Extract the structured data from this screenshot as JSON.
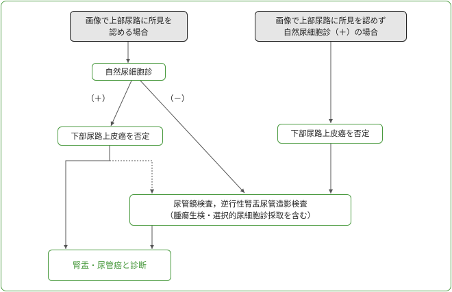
{
  "nodes": {
    "top_left": {
      "line1": "画像で上部尿路に所見を",
      "line2": "認める場合"
    },
    "top_right": {
      "line1": "画像で上部尿路に所見を認めず",
      "line2": "自然尿細胞診（＋）の場合"
    },
    "cytology": "自然尿細胞診",
    "exclude_left": "下部尿路上皮癌を否定",
    "exclude_right": "下部尿路上皮癌を否定",
    "exam": {
      "line1": "尿管鏡検査，逆行性腎盂尿管造影検査",
      "line2": "（腫瘍生検・選択的尿細胞診採取を含む）"
    },
    "diagnosis": "腎盂・尿管癌と診断"
  },
  "edge_labels": {
    "positive": "（＋）",
    "negative": "（－）"
  },
  "colors": {
    "border_green": "#4a9a3f",
    "gray_fill": "#e6e6e6",
    "line": "#555555"
  }
}
